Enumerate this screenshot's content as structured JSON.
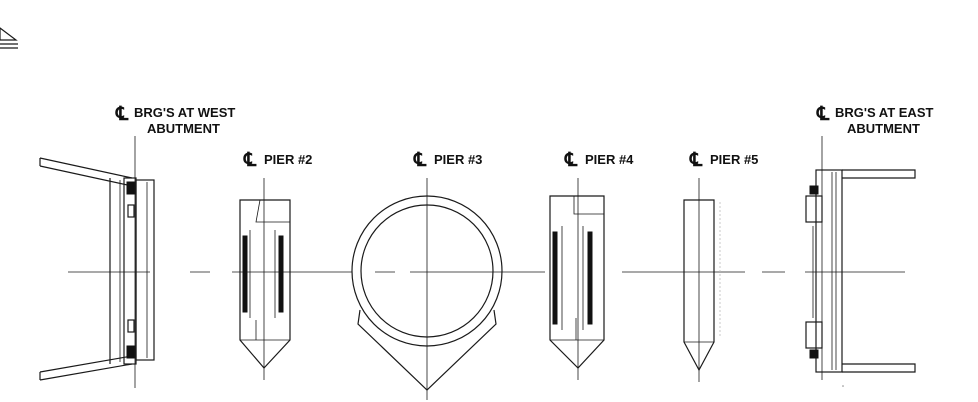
{
  "centerline_symbol": "℄",
  "labels": {
    "west_abutment": [
      "BRG'S AT WEST",
      "ABUTMENT"
    ],
    "pier2": "PIER #2",
    "pier3": "PIER #3",
    "pier4": "PIER #4",
    "pier5": "PIER #5",
    "east_abutment": [
      "BRG'S AT EAST",
      "ABUTMENT"
    ]
  },
  "colors": {
    "line": "#1a1a1a",
    "background": "#ffffff"
  },
  "icons": {
    "north_arrow": "north-arrow-icon"
  }
}
